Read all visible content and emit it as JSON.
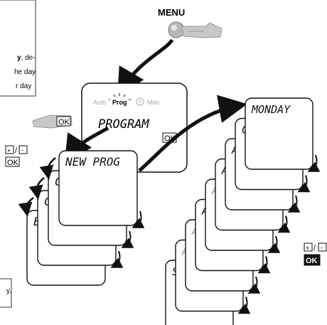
{
  "menu_label": "MENU",
  "note_top": {
    "line1_bold": "y",
    "line1_rest": ", de-",
    "line2": "he day",
    "line3": "r day"
  },
  "note_bottom": {
    "line1": "y."
  },
  "device": {
    "modes": {
      "auto": "Auto",
      "prog": "Prog",
      "man": "Man"
    },
    "display": "PROGRAM"
  },
  "keys": {
    "ok": "OK",
    "plus": "+",
    "minus": "-"
  },
  "left_menu": [
    "NEW PROG",
    "CHECK",
    "CLEAR",
    "END"
  ],
  "right_menu": [
    {
      "label": "MONDAY",
      "dim": false
    },
    {
      "label": "COPY",
      "dim": false
    },
    {
      "label": "ADD TU",
      "dim": false
    },
    {
      "label": "ADD WE",
      "dim": false
    },
    {
      "label": "ADD TH",
      "dim": true
    },
    {
      "label": "ADD FR",
      "dim": false
    },
    {
      "label": "ADD SA",
      "dim": true
    },
    {
      "label": "ADD SU",
      "dim": true
    },
    {
      "label": "STORE",
      "dim": false
    }
  ],
  "colors": {
    "ink": "#111111",
    "dim_text": "#9a9a9a",
    "hand": "#c8c8c8",
    "button": "#b8b8b8"
  }
}
